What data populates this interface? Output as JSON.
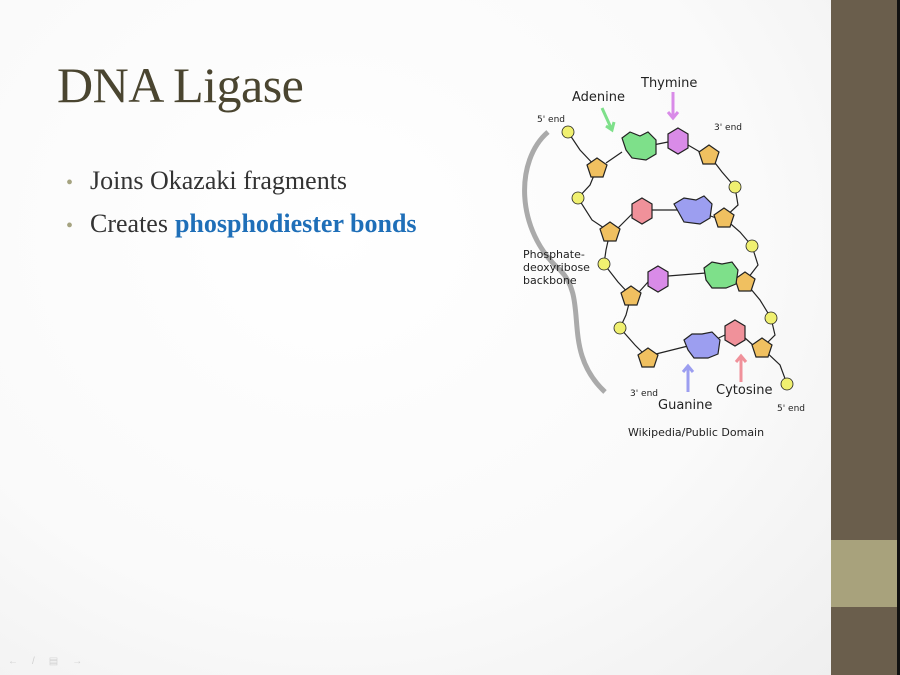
{
  "slide": {
    "title": "DNA Ligase",
    "bullets": [
      {
        "text": "Joins Okazaki fragments"
      },
      {
        "text": "Creates",
        "highlight": "phosphodiester bonds"
      }
    ]
  },
  "figure": {
    "labels": {
      "adenine": "Adenine",
      "thymine": "Thymine",
      "guanine": "Guanine",
      "cytosine": "Cytosine",
      "five_end_top": "5' end",
      "three_end_top": "3' end",
      "three_end_bottom": "3' end",
      "five_end_bottom": "5' end",
      "backbone_1": "Phosphate-",
      "backbone_2": "deoxyribose",
      "backbone_3": "backbone"
    },
    "credit": "Wikipedia/Public Domain"
  },
  "colors": {
    "adenine": "#7ee08a",
    "thymine": "#d98be8",
    "guanine": "#9c9ef0",
    "cytosine": "#f0919a",
    "sugar": "#f0c060",
    "phosphate": "#f0f070",
    "highlight": "#1f6fb8",
    "sidebar": "#6a5e4c",
    "sidebar_block": "#a8a27c"
  }
}
